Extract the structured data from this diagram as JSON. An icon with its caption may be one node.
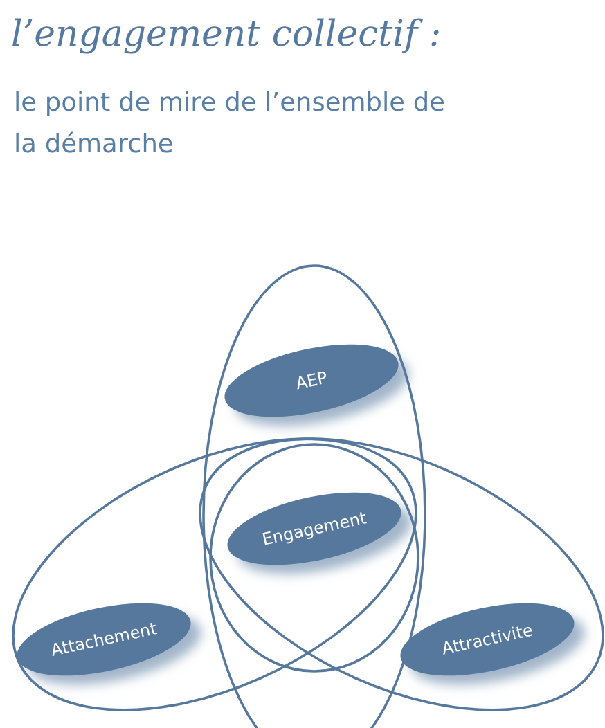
{
  "diagram": {
    "title": "l’engagement collectif :",
    "nodes": [
      {
        "text": [
          "AEP"
        ]
      },
      {
        "text": [
          "Engagement"
        ]
      },
      {
        "text": [
          "Attachement"
        ]
      },
      {
        "text": [
          "Attractivite"
        ]
      }
    ],
    "edges": [],
    "labels": [
      "le point de mire de l’ensemble de la démarche"
    ]
  }
}
